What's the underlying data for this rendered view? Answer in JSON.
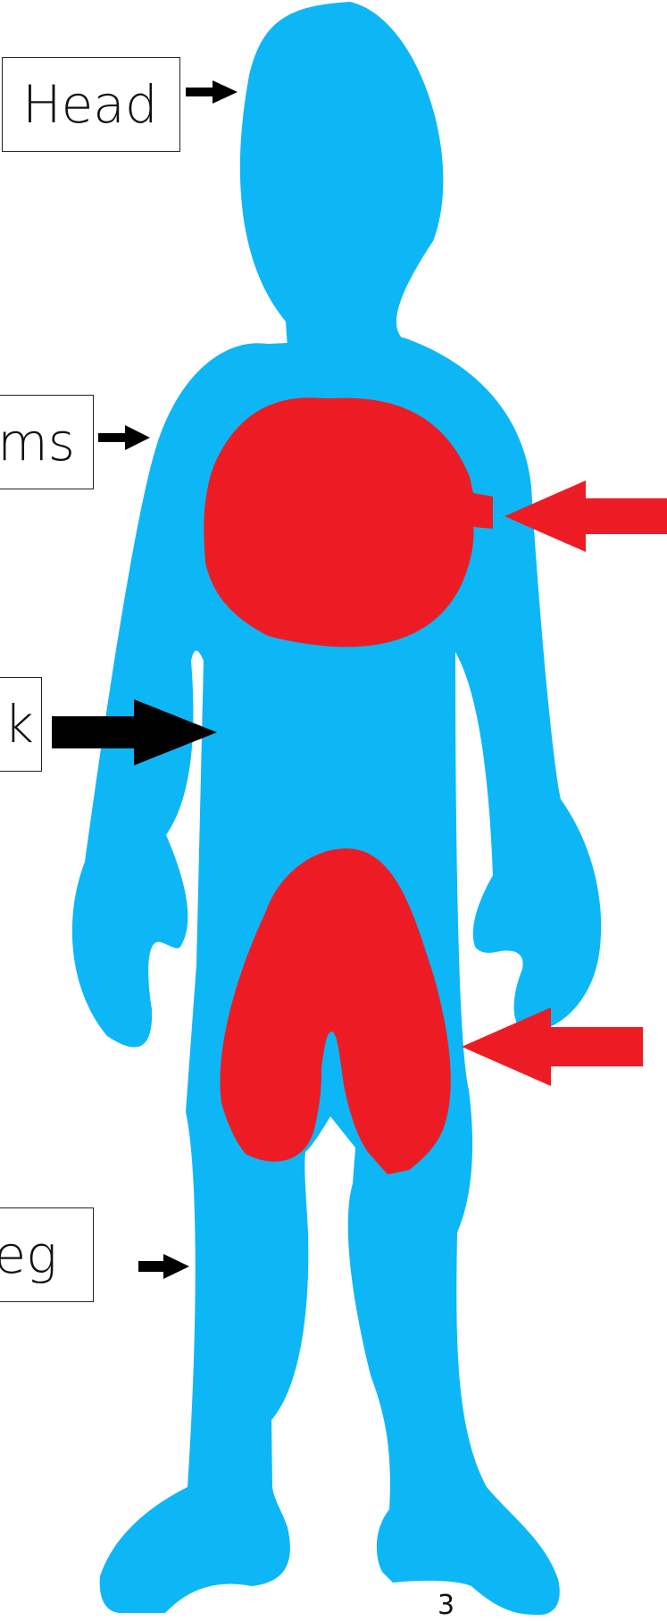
{
  "diagram": {
    "labels": {
      "head": "Head",
      "arms": "Arms",
      "trunk": "Trunk",
      "leg": "Leg"
    },
    "page_number": "3",
    "colors": {
      "body": "#0db7f5",
      "organ": "#ed1c24",
      "arrow_red": "#ed1c24",
      "arrow_black": "#000000"
    }
  }
}
